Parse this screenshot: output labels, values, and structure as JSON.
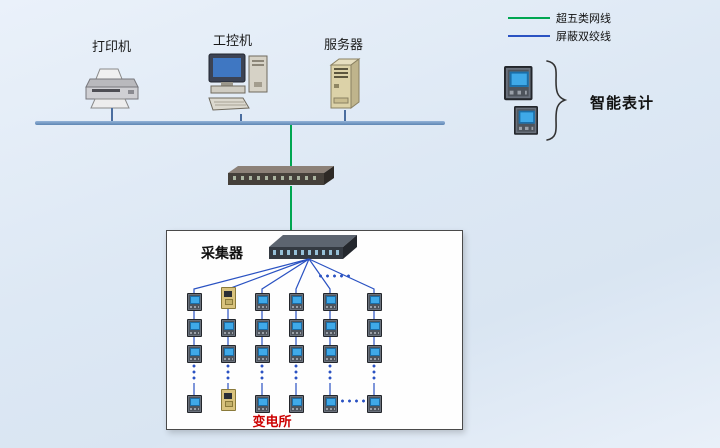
{
  "legend": {
    "items": [
      {
        "label": "超五类网线",
        "color": "#00a651"
      },
      {
        "label": "屏蔽双绞线",
        "color": "#2a52c2"
      }
    ]
  },
  "nodes": {
    "printer": "打印机",
    "ipc": "工控机",
    "server": "服务器",
    "collector": "采集器",
    "substation": "变电所",
    "smart_meters": "智能表计"
  },
  "colors": {
    "cat5e_cable": "#00a651",
    "twisted_pair_cable": "#2a52c2",
    "bus_line": "#6f94c0",
    "substation_text": "#cc0000",
    "background": "#dce7f3"
  }
}
